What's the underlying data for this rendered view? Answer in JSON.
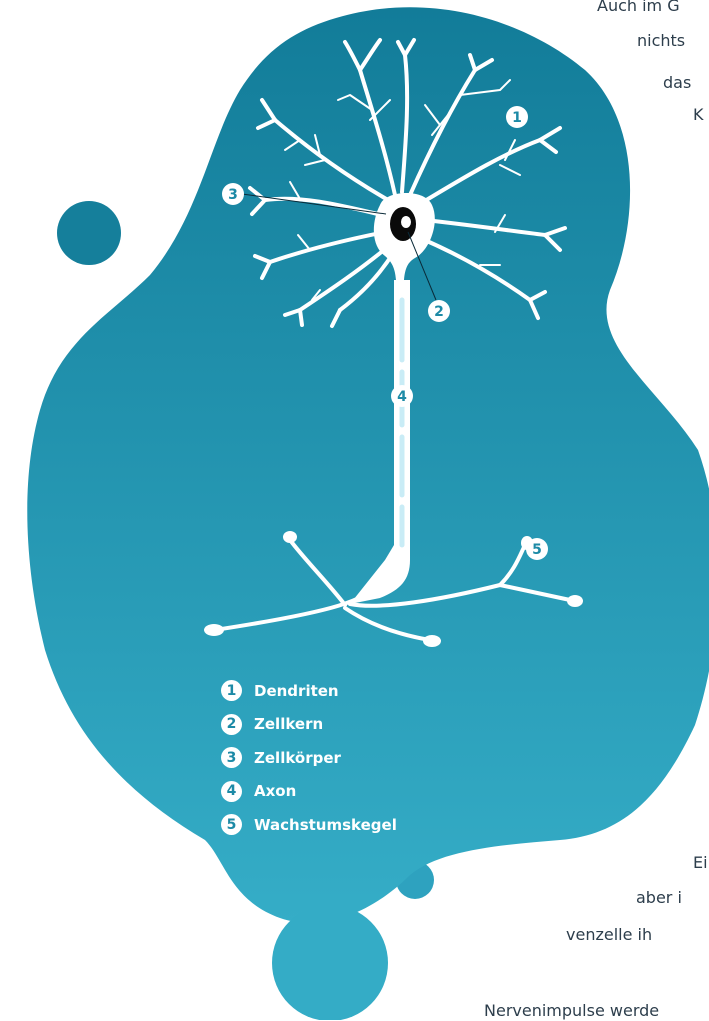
{
  "colors": {
    "blob_top": "#127c99",
    "blob_bottom": "#35adc7",
    "dark_circle": "#157f9b",
    "neuron": "#ffffff",
    "axon_highlight": "#c9ecf6",
    "body_text": "#2d3e4c"
  },
  "markers": [
    "1",
    "2",
    "3",
    "4",
    "5"
  ],
  "legend": [
    {
      "number": "1",
      "label": "Dendriten"
    },
    {
      "number": "2",
      "label": "Zellkern"
    },
    {
      "number": "3",
      "label": "Zellkörper"
    },
    {
      "number": "4",
      "label": "Axon"
    },
    {
      "number": "5",
      "label": "Wachstumskegel"
    }
  ],
  "body_text": {
    "line_1": "Auch im G",
    "line_2": "nichts",
    "line_3": "das",
    "line_4": "K",
    "line_5": "Ei",
    "line_6": "aber i",
    "line_7": "venzelle ih",
    "line_8": "Nervenimpulse werde"
  }
}
